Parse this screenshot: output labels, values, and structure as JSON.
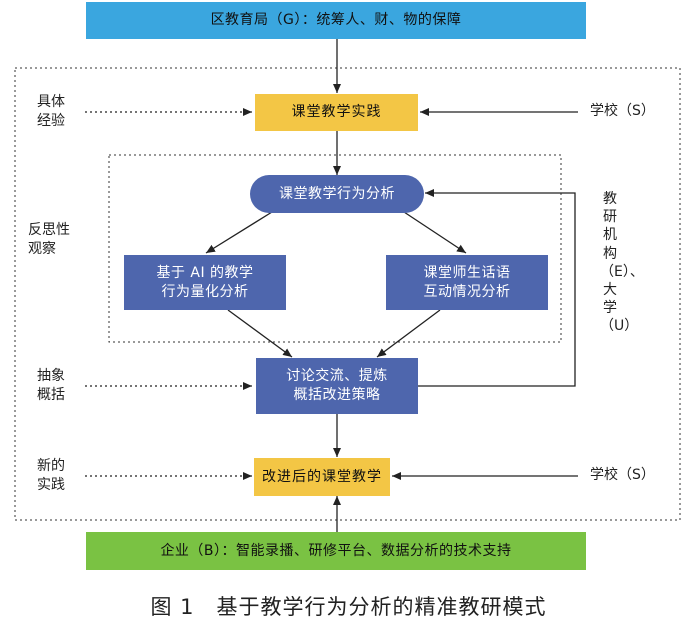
{
  "top_box": "区教育局（G）：统筹人、财、物的保障",
  "bottom_box": "企业（B）：智能录播、研修平台、数据分析的技术支持",
  "practice": "课堂教学实践",
  "analysis": "课堂教学行为分析",
  "ai_analysis": [
    "基于 AI 的教学",
    "行为量化分析"
  ],
  "interaction": [
    "课堂师生话语",
    "互动情况分析"
  ],
  "discussion": [
    "讨论交流、提炼",
    "概括改进策略"
  ],
  "improved": "改进后的课堂教学",
  "left_labels": {
    "experience": [
      "具体",
      "经验"
    ],
    "reflection": [
      "反思性",
      "观察"
    ],
    "abstract": [
      "抽象",
      "概括"
    ],
    "new_practice": [
      "新的",
      "实践"
    ]
  },
  "school_top": "学校（S）",
  "school_bottom": "学校（S）",
  "vertical_label": "教研机构（E）、大学（U）",
  "caption": "图 1　基于教学行为分析的精准教研模式",
  "colors": {
    "top": "#3aa6df",
    "bottom": "#7ac243",
    "yellow": "#f3c645",
    "navy": "#4e66ad"
  }
}
